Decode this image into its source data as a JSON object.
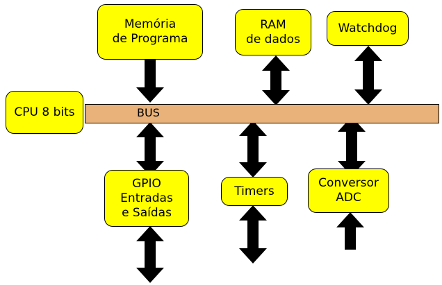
{
  "colors": {
    "block_fill": "#ffff00",
    "bus_fill": "#e8b27a",
    "arrow": "#000000",
    "border": "#000000"
  },
  "blocks": {
    "cpu": "CPU 8 bits",
    "program_memory": "Memória\nde Programa",
    "ram": "RAM\nde dados",
    "watchdog": "Watchdog",
    "gpio": "GPIO\nEntradas\ne Saídas",
    "timers": "Timers",
    "adc": "Conversor\nADC"
  },
  "bus": {
    "label": "BUS"
  },
  "connections": [
    {
      "name": "program-memory-to-bus-arrow",
      "kind": "down"
    },
    {
      "name": "ram-bus-arrow",
      "kind": "double"
    },
    {
      "name": "watchdog-bus-arrow",
      "kind": "double"
    },
    {
      "name": "bus-gpio-arrow",
      "kind": "double"
    },
    {
      "name": "bus-timers-arrow",
      "kind": "double"
    },
    {
      "name": "bus-adc-arrow",
      "kind": "double"
    },
    {
      "name": "gpio-external-arrow",
      "kind": "double"
    },
    {
      "name": "timers-external-arrow",
      "kind": "double"
    },
    {
      "name": "adc-input-arrow",
      "kind": "up"
    }
  ]
}
